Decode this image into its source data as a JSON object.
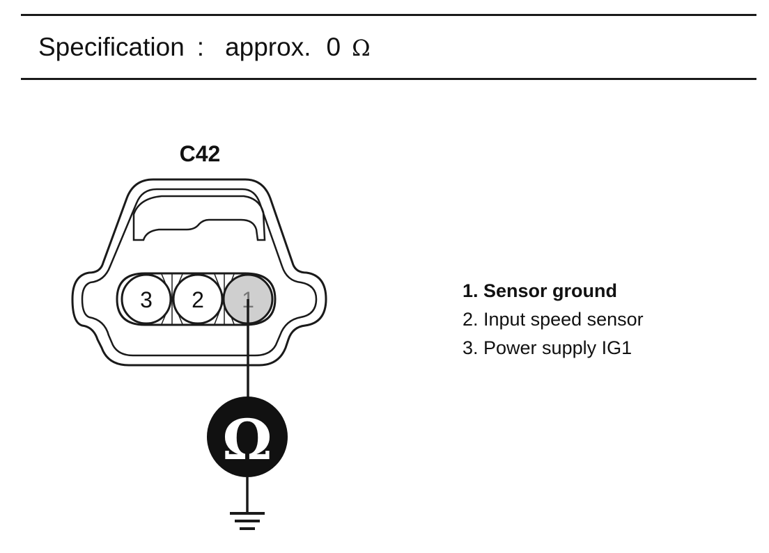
{
  "specification": {
    "label": "Specification",
    "separator": ":",
    "qualifier": "approx.",
    "value": "0",
    "unit": "Ω"
  },
  "connector": {
    "name": "C42",
    "pins": [
      "3",
      "2",
      "1"
    ],
    "highlighted_pin": "1",
    "meter_symbol": "Ω"
  },
  "legend": [
    {
      "text": "1. Sensor ground",
      "bold": true
    },
    {
      "text": "2. Input speed sensor",
      "bold": false
    },
    {
      "text": "3. Power supply IG1",
      "bold": false
    }
  ],
  "colors": {
    "line": "#1a1a1a",
    "highlight_fill": "#cfcfcf",
    "meter_fill": "#111111"
  }
}
